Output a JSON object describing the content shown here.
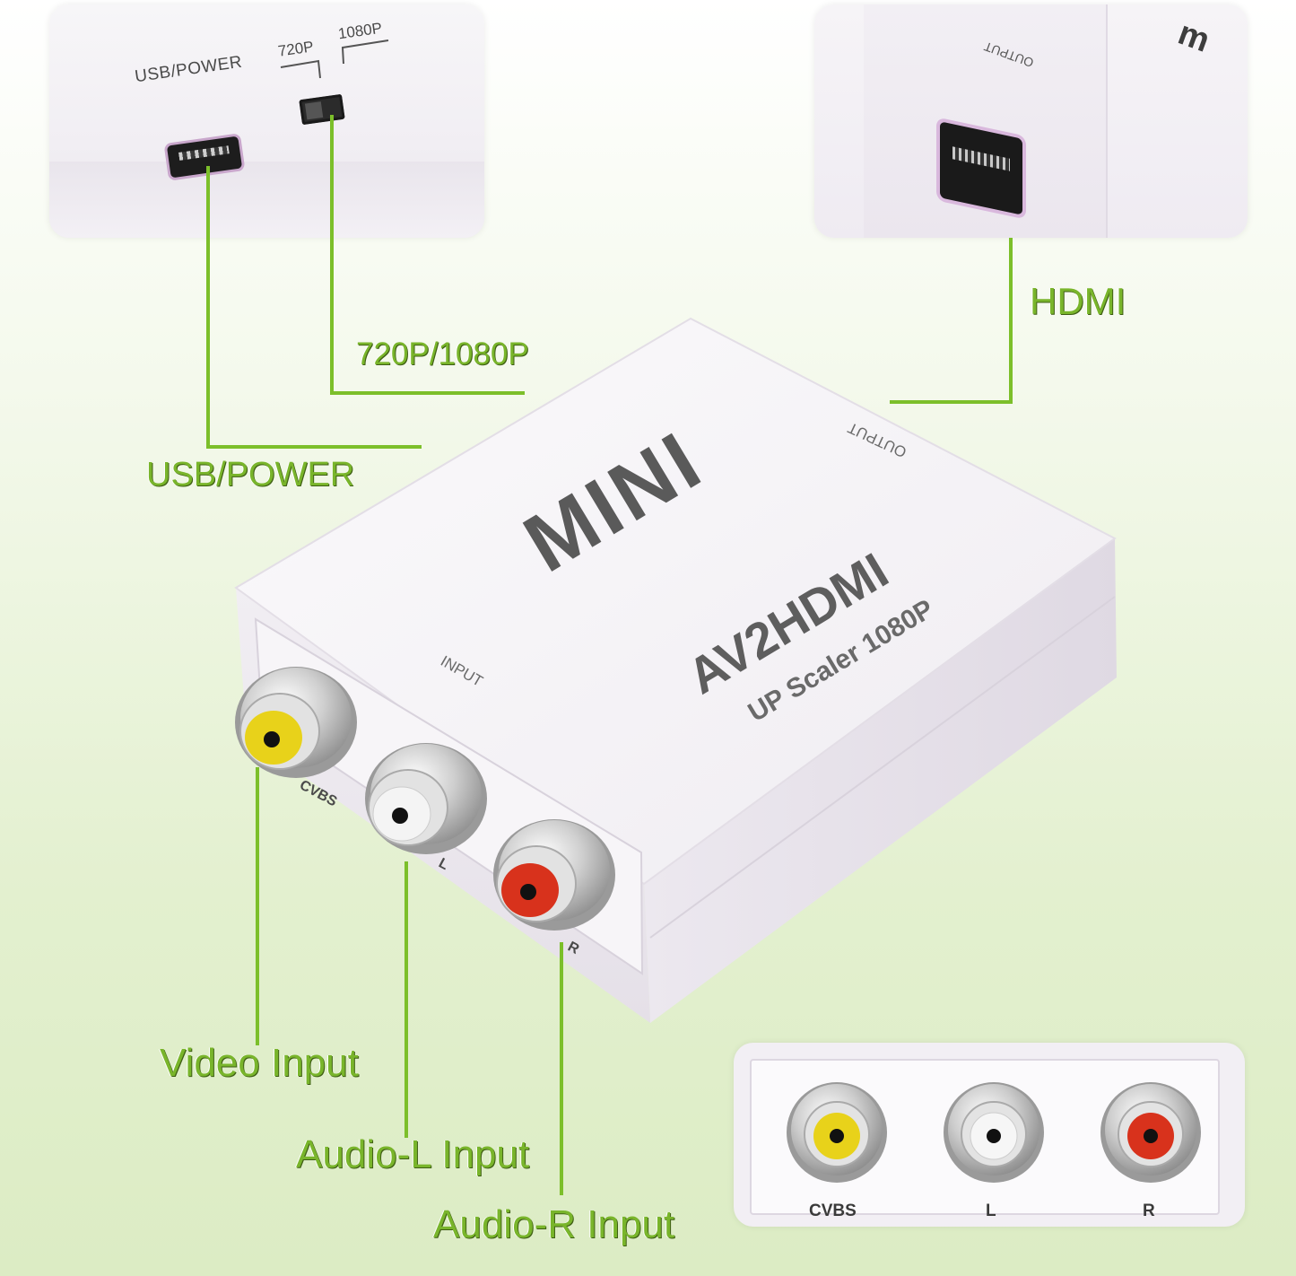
{
  "callouts": {
    "usb_power": "USB/POWER",
    "resolution": "720P/1080P",
    "hdmi": "HDMI",
    "video_input": "Video Input",
    "audio_l_input": "Audio-L Input",
    "audio_r_input": "Audio-R Input"
  },
  "top_left_panel": {
    "usb_label": "USB/POWER",
    "res_720": "720P",
    "res_1080": "1080P"
  },
  "top_right_panel": {
    "output_label": "OUTPUT"
  },
  "device": {
    "brand": "MINI",
    "model": "AV2HDMI",
    "subtitle": "UP Scaler 1080P",
    "output_label": "OUTPUT",
    "input_label": "INPUT",
    "port_cvbs": "CVBS",
    "port_l": "L",
    "port_r": "R"
  },
  "bottom_panel": {
    "port_cvbs": "CVBS",
    "port_l": "L",
    "port_r": "R"
  },
  "colors": {
    "accent_green": "#79b52b",
    "line_green": "#7cbf2a",
    "rca_yellow": "#e8d21a",
    "rca_red": "#d8321c",
    "rca_white": "#f2f2f2"
  }
}
